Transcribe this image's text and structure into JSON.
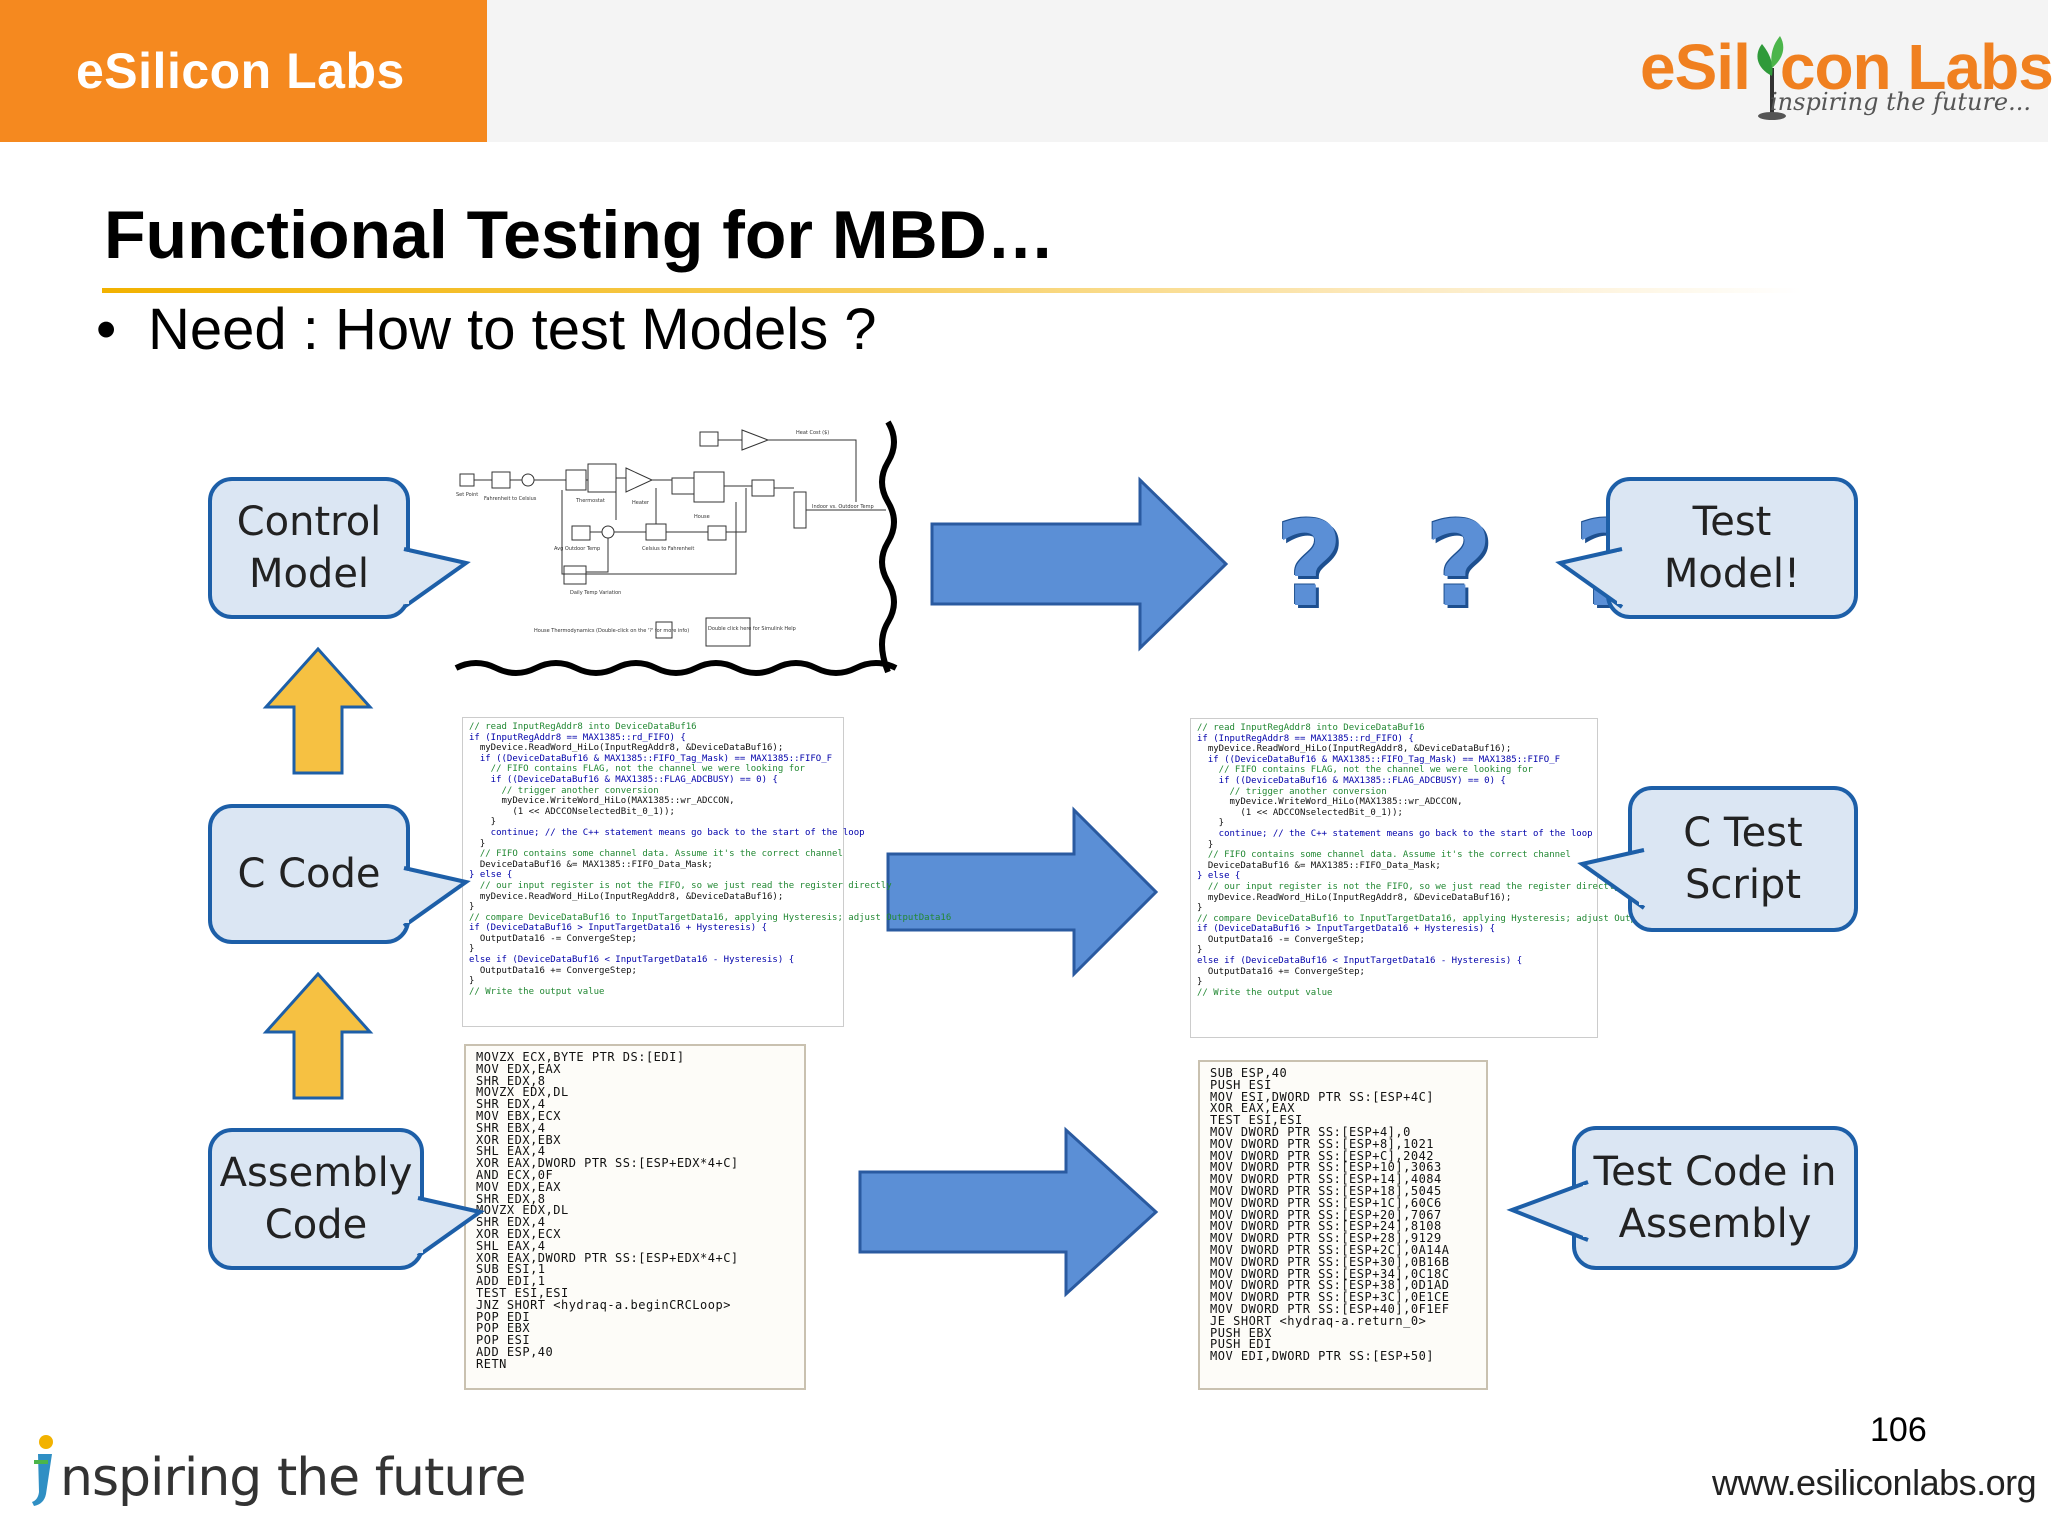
{
  "header": {
    "brand_label": "eSilicon Labs",
    "logo_text_part1": "eSil",
    "logo_text_part2": "con Labs",
    "logo_tagline": "inspiring the future...",
    "brand_color": "#f5891f"
  },
  "slide": {
    "title": "Functional Testing for MBD…",
    "bullet": "Need : How to test Models ?"
  },
  "callouts": {
    "control_model": [
      "Control",
      "Model"
    ],
    "c_code": [
      "C Code"
    ],
    "assembly_code": [
      "Assembly",
      "Code"
    ],
    "test_model": [
      "Test",
      "Model!"
    ],
    "c_test_script": [
      "C Test",
      "Script"
    ],
    "test_code_assembly": [
      "Test Code in",
      "Assembly"
    ]
  },
  "question_marks": "? ? ?",
  "colors": {
    "callout_border": "#1d5fa8",
    "callout_fill": "#dbe6f3",
    "arrow_blue": "#5b8fd6",
    "arrow_yellow": "#f6c142"
  },
  "simulink": {
    "labels": [
      "Set Point",
      "Fahrenheit to Celsius",
      "Thermostat",
      "Heater",
      "House",
      "Avg Outdoor Temp",
      "Daily Temp Variation",
      "Celsius to Fahrenheit",
      "Indoor vs. Outdoor Temp",
      "Heat Cost ($)",
      "House Thermodynamics (Double-click on the '?' for more info)",
      "Double click here for Simulink Help"
    ]
  },
  "c_code_left": [
    "// read InputRegAddr8 into DeviceDataBuf16",
    "if (InputRegAddr8 == MAX1385::rd_FIFO) {",
    "  myDevice.ReadWord_HiLo(InputRegAddr8, &DeviceDataBuf16);",
    "  if ((DeviceDataBuf16 & MAX1385::FIFO_Tag_Mask) == MAX1385::FIFO_F",
    "    // FIFO contains FLAG, not the channel we were looking for",
    "    if ((DeviceDataBuf16 & MAX1385::FLAG_ADCBUSY) == 0) {",
    "      // trigger another conversion",
    "      myDevice.WriteWord_HiLo(MAX1385::wr_ADCCON,",
    "        (1 << ADCCONselectedBit_0_1));",
    "    }",
    "    continue; // the C++ statement means go back to the start of the loop",
    "  }",
    "  // FIFO contains some channel data. Assume it's the correct channel",
    "  DeviceDataBuf16 &= MAX1385::FIFO_Data_Mask;",
    "} else {",
    "  // our input register is not the FIFO, so we just read the register directly",
    "  myDevice.ReadWord_HiLo(InputRegAddr8, &DeviceDataBuf16);",
    "}",
    "// compare DeviceDataBuf16 to InputTargetData16, applying Hysteresis; adjust OutputData16",
    "if (DeviceDataBuf16 > InputTargetData16 + Hysteresis) {",
    "  OutputData16 -= ConvergeStep;",
    "}",
    "else if (DeviceDataBuf16 < InputTargetData16 - Hysteresis) {",
    "  OutputData16 += ConvergeStep;",
    "}",
    "// Write the output value"
  ],
  "asm_left": [
    "MOVZX ECX,BYTE PTR DS:[EDI]",
    "MOV EDX,EAX",
    "SHR EDX,8",
    "MOVZX EDX,DL",
    "SHR EDX,4",
    "MOV EBX,ECX",
    "SHR EBX,4",
    "XOR EDX,EBX",
    "SHL EAX,4",
    "XOR EAX,DWORD PTR SS:[ESP+EDX*4+C]",
    "AND ECX,0F",
    "MOV EDX,EAX",
    "SHR EDX,8",
    "MOVZX EDX,DL",
    "SHR EDX,4",
    "XOR EDX,ECX",
    "SHL EAX,4",
    "XOR EAX,DWORD PTR SS:[ESP+EDX*4+C]",
    "SUB ESI,1",
    "ADD EDI,1",
    "TEST ESI,ESI",
    "JNZ SHORT <hydraq-a.beginCRCLoop>",
    "POP EDI",
    "POP EBX",
    "POP ESI",
    "ADD ESP,40",
    "RETN"
  ],
  "asm_right": [
    "SUB ESP,40",
    "PUSH ESI",
    "MOV ESI,DWORD PTR SS:[ESP+4C]",
    "XOR EAX,EAX",
    "TEST ESI,ESI",
    "MOV DWORD PTR SS:[ESP+4],0",
    "MOV DWORD PTR SS:[ESP+8],1021",
    "MOV DWORD PTR SS:[ESP+C],2042",
    "MOV DWORD PTR SS:[ESP+10],3063",
    "MOV DWORD PTR SS:[ESP+14],4084",
    "MOV DWORD PTR SS:[ESP+18],5045",
    "MOV DWORD PTR SS:[ESP+1C],60C6",
    "MOV DWORD PTR SS:[ESP+20],7067",
    "MOV DWORD PTR SS:[ESP+24],8108",
    "MOV DWORD PTR SS:[ESP+28],9129",
    "MOV DWORD PTR SS:[ESP+2C],0A14A",
    "MOV DWORD PTR SS:[ESP+30],0B16B",
    "MOV DWORD PTR SS:[ESP+34],0C18C",
    "MOV DWORD PTR SS:[ESP+38],0D1AD",
    "MOV DWORD PTR SS:[ESP+3C],0E1CE",
    "MOV DWORD PTR SS:[ESP+40],0F1EF",
    "JE SHORT <hydraq-a.return_0>",
    "PUSH EBX",
    "PUSH EDI",
    "MOV EDI,DWORD PTR SS:[ESP+50]"
  ],
  "footer": {
    "page_number": "106",
    "url": "www.esiliconlabs.org",
    "tagline": "nspiring the future"
  }
}
